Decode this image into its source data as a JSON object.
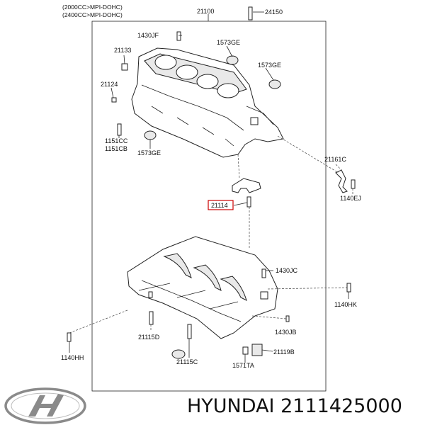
{
  "header": {
    "engine_line_1": "(2000CC>MPI-DOHC)",
    "engine_line_2": "(2400CC>MPI-DOHC)"
  },
  "parts": {
    "p21100": "21100",
    "p24150": "24150",
    "p1430JF": "1430JF",
    "p1573GE_a": "1573GE",
    "p21133": "21133",
    "p1573GE_b": "1573GE",
    "p21124": "21124",
    "p1151CC": "1151CC",
    "p1151CB": "1151CB",
    "p1573GE_c": "1573GE",
    "p21161C": "21161C",
    "p1140EJ": "1140EJ",
    "p21114": "21114",
    "p1430JC": "1430JC",
    "p1140HK": "1140HK",
    "p21115D": "21115D",
    "p1430JB": "1430JB",
    "p21119B": "21119B",
    "p1140HH": "1140HH",
    "p21115C": "21115C",
    "p1571TA": "1571TA"
  },
  "highlighted_part": "21114",
  "footer": {
    "logo": "hyundai-logo-icon",
    "brand_text": "HYUNDAI 2111425000"
  },
  "colors": {
    "line": "#222222",
    "highlight_box": "#cc0000",
    "text": "#111111"
  }
}
